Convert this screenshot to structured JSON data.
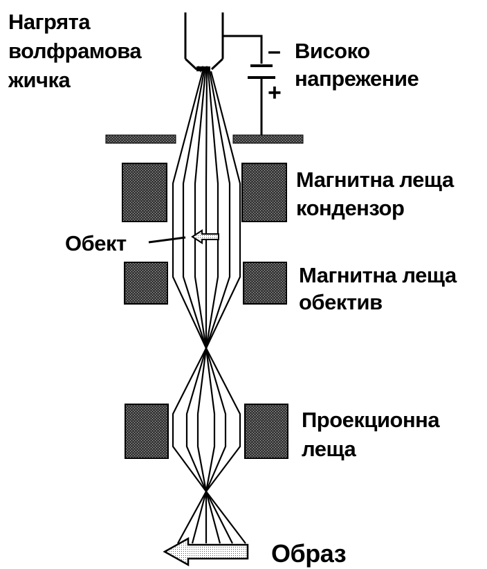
{
  "labels": {
    "filament_line1": "Нагрята",
    "filament_line2": "волфрамова",
    "filament_line3": "жичка",
    "voltage_line1": "Високо",
    "voltage_line2": "напрежение",
    "voltage_minus": "–",
    "voltage_plus": "+",
    "condenser_line1": "Магнитна леща",
    "condenser_line2": "кондензор",
    "specimen": "Обект",
    "objective_line1": "Магнитна леща",
    "objective_line2": "обектив",
    "projection_line1": "Проекционна",
    "projection_line2": "леща",
    "image": "Образ"
  },
  "colors": {
    "ink": "#000000",
    "lens_fill": "#2e2e2e",
    "arrow_fill": "#d9d9d9"
  }
}
